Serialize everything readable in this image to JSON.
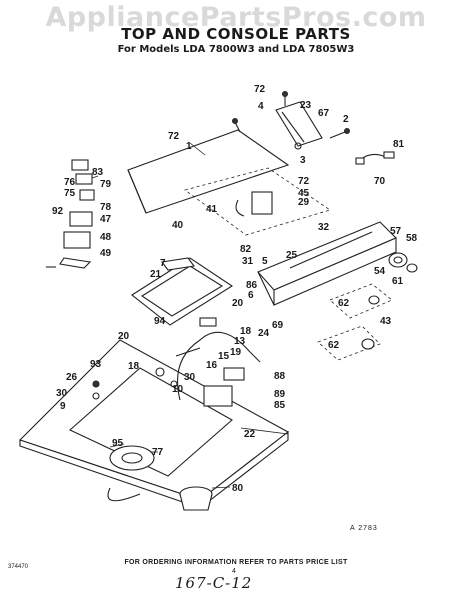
{
  "watermark": "AppliancePartsPros.com",
  "title": "TOP AND CONSOLE PARTS",
  "subtitle": "For Models LDA 7800W3 and LDA 7805W3",
  "callouts": [
    {
      "id": "c72a",
      "label": "72"
    },
    {
      "id": "c4",
      "label": "4"
    },
    {
      "id": "c23",
      "label": "23"
    },
    {
      "id": "c67",
      "label": "67"
    },
    {
      "id": "c2",
      "label": "2"
    },
    {
      "id": "c3",
      "label": "3"
    },
    {
      "id": "c81",
      "label": "81"
    },
    {
      "id": "c70",
      "label": "70"
    },
    {
      "id": "c72b",
      "label": "72"
    },
    {
      "id": "c1",
      "label": "1"
    },
    {
      "id": "c83",
      "label": "83"
    },
    {
      "id": "c76",
      "label": "76"
    },
    {
      "id": "c79",
      "label": "79"
    },
    {
      "id": "c75",
      "label": "75"
    },
    {
      "id": "c78",
      "label": "78"
    },
    {
      "id": "c92",
      "label": "92"
    },
    {
      "id": "c47",
      "label": "47"
    },
    {
      "id": "c48",
      "label": "48"
    },
    {
      "id": "c49",
      "label": "49"
    },
    {
      "id": "c72c",
      "label": "72"
    },
    {
      "id": "c45",
      "label": "45"
    },
    {
      "id": "c29",
      "label": "29"
    },
    {
      "id": "c41",
      "label": "41"
    },
    {
      "id": "c40",
      "label": "40"
    },
    {
      "id": "c32",
      "label": "32"
    },
    {
      "id": "c57",
      "label": "57"
    },
    {
      "id": "c58",
      "label": "58"
    },
    {
      "id": "c82",
      "label": "82"
    },
    {
      "id": "c31",
      "label": "31"
    },
    {
      "id": "c5",
      "label": "5"
    },
    {
      "id": "c25",
      "label": "25"
    },
    {
      "id": "c54",
      "label": "54"
    },
    {
      "id": "c7",
      "label": "7"
    },
    {
      "id": "c21",
      "label": "21"
    },
    {
      "id": "c86",
      "label": "86"
    },
    {
      "id": "c6",
      "label": "6"
    },
    {
      "id": "c20a",
      "label": "20"
    },
    {
      "id": "c61",
      "label": "61"
    },
    {
      "id": "c62a",
      "label": "62"
    },
    {
      "id": "c94",
      "label": "94"
    },
    {
      "id": "c24",
      "label": "24"
    },
    {
      "id": "c69",
      "label": "69"
    },
    {
      "id": "c18a",
      "label": "18"
    },
    {
      "id": "c43",
      "label": "43"
    },
    {
      "id": "c20b",
      "label": "20"
    },
    {
      "id": "c13",
      "label": "13"
    },
    {
      "id": "c62b",
      "label": "62"
    },
    {
      "id": "c19",
      "label": "19"
    },
    {
      "id": "c15",
      "label": "15"
    },
    {
      "id": "c16",
      "label": "16"
    },
    {
      "id": "c93",
      "label": "93"
    },
    {
      "id": "c88",
      "label": "88"
    },
    {
      "id": "c18b",
      "label": "18"
    },
    {
      "id": "c30a",
      "label": "30"
    },
    {
      "id": "c26",
      "label": "26"
    },
    {
      "id": "c10",
      "label": "10"
    },
    {
      "id": "c89",
      "label": "89"
    },
    {
      "id": "c30b",
      "label": "30"
    },
    {
      "id": "c85",
      "label": "85"
    },
    {
      "id": "c9",
      "label": "9"
    },
    {
      "id": "c22",
      "label": "22"
    },
    {
      "id": "c95",
      "label": "95"
    },
    {
      "id": "c77",
      "label": "77"
    },
    {
      "id": "c80",
      "label": "80"
    }
  ],
  "ref_code": "A 2783",
  "footer_note": "FOR ORDERING INFORMATION REFER TO PARTS PRICE LIST",
  "page_number": "4",
  "handwritten_code": "167-C-12",
  "side_code": "374470"
}
